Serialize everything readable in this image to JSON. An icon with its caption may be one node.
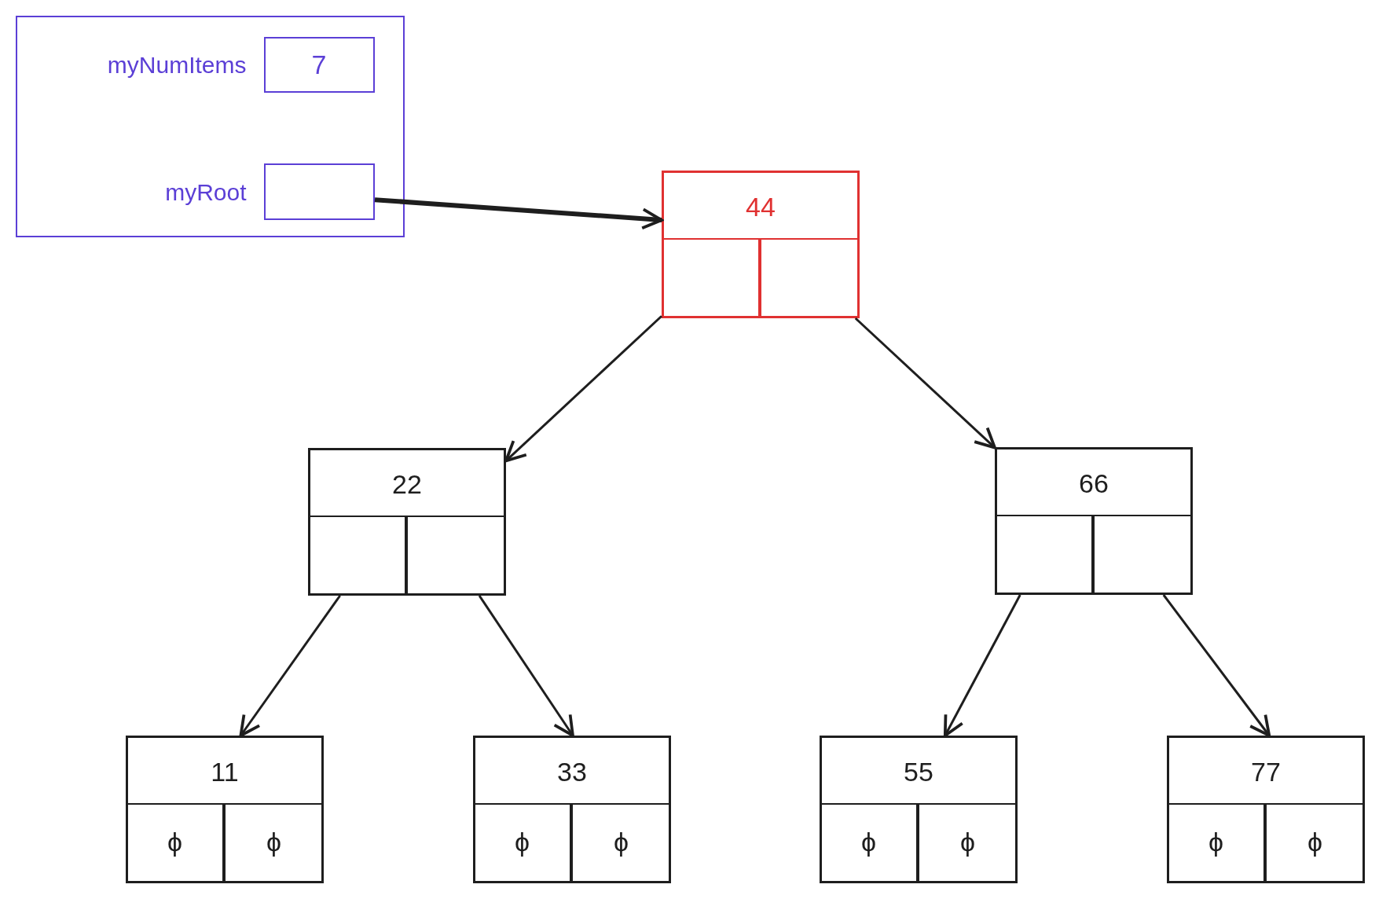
{
  "diagram": {
    "nodes": [
      {
        "text": [],
        "shape": "box"
      },
      {
        "text": [
          "7"
        ],
        "in": 0,
        "beside": [
          "myNumItems"
        ]
      },
      {
        "text": [],
        "shape": "box",
        "in": 0,
        "beside": [
          "myRoot"
        ]
      },
      {
        "text": [
          "44"
        ]
      },
      {
        "text": [],
        "shape": "box",
        "in": 3
      },
      {
        "text": [],
        "shape": "box",
        "in": 3
      },
      {
        "text": [
          "22"
        ]
      },
      {
        "text": [],
        "shape": "box",
        "in": 6
      },
      {
        "text": [],
        "shape": "box",
        "in": 6
      },
      {
        "text": [
          "66"
        ]
      },
      {
        "text": [],
        "shape": "box",
        "in": 9
      },
      {
        "text": [],
        "shape": "box",
        "in": 9
      },
      {
        "text": [
          "11"
        ]
      },
      {
        "text": [
          "ϕ"
        ],
        "in": 12
      },
      {
        "text": [
          "ϕ"
        ],
        "in": 12
      },
      {
        "text": [
          "33"
        ]
      },
      {
        "text": [
          "ϕ"
        ],
        "in": 15
      },
      {
        "text": [
          "ϕ"
        ],
        "in": 15
      },
      {
        "text": [
          "55"
        ]
      },
      {
        "text": [
          "ϕ"
        ],
        "in": 18
      },
      {
        "text": [
          "ϕ"
        ],
        "in": 18
      },
      {
        "text": [
          "77"
        ]
      },
      {
        "text": [
          "ϕ"
        ],
        "in": 21
      },
      {
        "text": [
          "ϕ"
        ],
        "in": 21
      }
    ],
    "edges": [
      {
        "from": 2,
        "to": 3,
        "arrow": "to",
        "style": "thick"
      },
      {
        "from": 4,
        "to": 6,
        "arrow": "to"
      },
      {
        "from": 5,
        "to": 9,
        "arrow": "to"
      },
      {
        "from": 7,
        "to": 12,
        "arrow": "to"
      },
      {
        "from": 8,
        "to": 15,
        "arrow": "to"
      },
      {
        "from": 10,
        "to": 18,
        "arrow": "to"
      },
      {
        "from": 11,
        "to": 21,
        "arrow": "to"
      }
    ]
  }
}
